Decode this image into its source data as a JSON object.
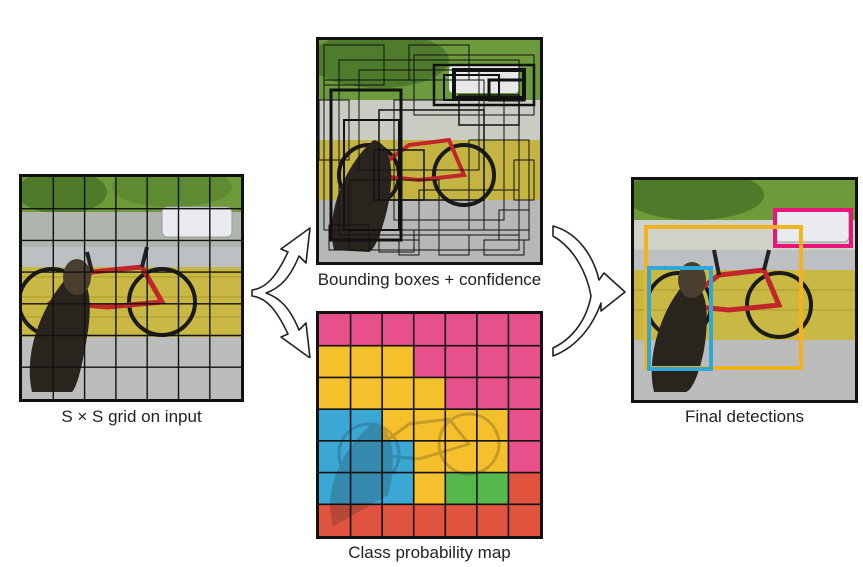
{
  "captions": {
    "grid": "S × S grid on input",
    "boxes": "Bounding boxes + confidence",
    "classmap": "Class probability map",
    "final": "Final detections"
  },
  "colors": {
    "pink": "#e8508c",
    "yellow": "#f5c02b",
    "blue": "#3ba7d4",
    "green": "#55b84a",
    "red": "#e0533e",
    "detection_pink": "#e6177a",
    "detection_yellow": "#f4b31c",
    "detection_blue": "#2fa8d8"
  },
  "class_map": {
    "rows": [
      [
        "pink",
        "pink",
        "pink",
        "pink",
        "pink",
        "pink",
        "pink"
      ],
      [
        "yellow",
        "yellow",
        "yellow",
        "pink",
        "pink",
        "pink",
        "pink"
      ],
      [
        "yellow",
        "yellow",
        "yellow",
        "yellow",
        "pink",
        "pink",
        "pink"
      ],
      [
        "blue",
        "blue",
        "yellow",
        "yellow",
        "yellow",
        "yellow",
        "pink"
      ],
      [
        "blue",
        "blue",
        "blue",
        "yellow",
        "yellow",
        "yellow",
        "pink"
      ],
      [
        "blue",
        "blue",
        "blue",
        "yellow",
        "green",
        "green",
        "red"
      ],
      [
        "red",
        "red",
        "red",
        "red",
        "red",
        "red",
        "red"
      ]
    ]
  },
  "icons": {
    "split_arrow": "branching-arrow-icon",
    "merge_arrow": "merging-arrow-icon"
  }
}
